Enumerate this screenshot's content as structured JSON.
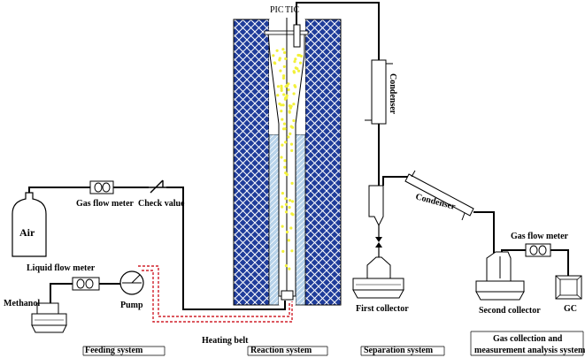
{
  "diagram": {
    "labels": {
      "pic": "PIC",
      "tic": "TIC",
      "condenser_vertical": "Condenser",
      "condenser_inclined": "Condenser",
      "air": "Air",
      "gas_flow_meter_left": "Gas flow meter",
      "check_value": "Check value",
      "liquid_flow_meter": "Liquid flow meter",
      "methanol": "Methanol",
      "pump": "Pump",
      "heating_belt": "Heating belt",
      "first_collector": "First collector",
      "second_collector": "Second collector",
      "gas_flow_meter_right": "Gas flow meter",
      "gc": "GC"
    },
    "sections": {
      "feeding": "Feeding system",
      "reaction": "Reaction system",
      "separation": "Separation system",
      "gas_collection_line1": "Gas collection and",
      "gas_collection_line2": "measurement analysis system"
    },
    "colors": {
      "furnace_fill": "#1f3c9a",
      "heater_fill": "#b8d3ea",
      "particles": "#f2f03a",
      "heating_belt": "#d0202a"
    }
  }
}
